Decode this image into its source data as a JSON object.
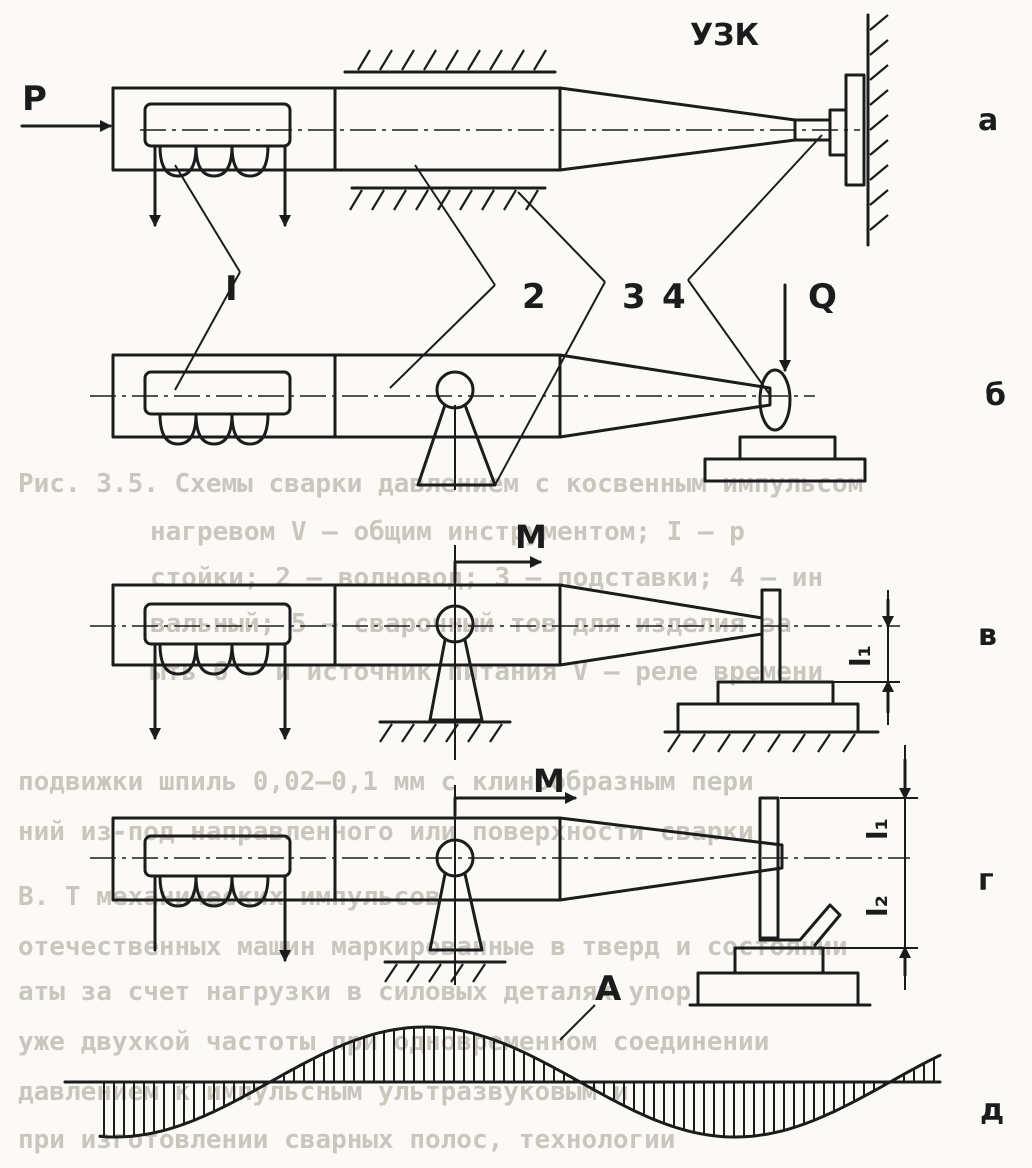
{
  "labels": {
    "p": "P",
    "q": "Q",
    "m1": "M",
    "m2": "M",
    "a_curve": "A",
    "uzk": "УЗК",
    "num1": "I",
    "num2": "2",
    "num3": "3",
    "num4": "4",
    "l1": "l₁",
    "l1b": "l₁",
    "l2": "l₂"
  },
  "row_labels": [
    "а",
    "б",
    "в",
    "г",
    "д"
  ],
  "bleed_text": [
    "Рис. 3.5. Схемы сварки давлением с косвенным импульсом",
    "нагревом V – общим инструментом; I – р",
    "стойки; 2 – волновод; 3 – подставки; 4 – ин",
    "вальный; 5 – сварочный тов для изделия за",
    "ыть 6 – и источник питания V – реле времени",
    "подвижки шпиль 0,02–0,1 мм с клинообразным пери",
    "ний из-под направленного или поверхности сварки",
    "В. Т механических импульсов",
    "отечественных машин маркированные в тверд и состоянии",
    "аты за счет нагрузки в силовых деталях упор",
    "уже двухкой частоты при одновременном соединении",
    "давлением к импульсным ультразвуковым и",
    "при изготовлении сварных полос, технологии"
  ]
}
